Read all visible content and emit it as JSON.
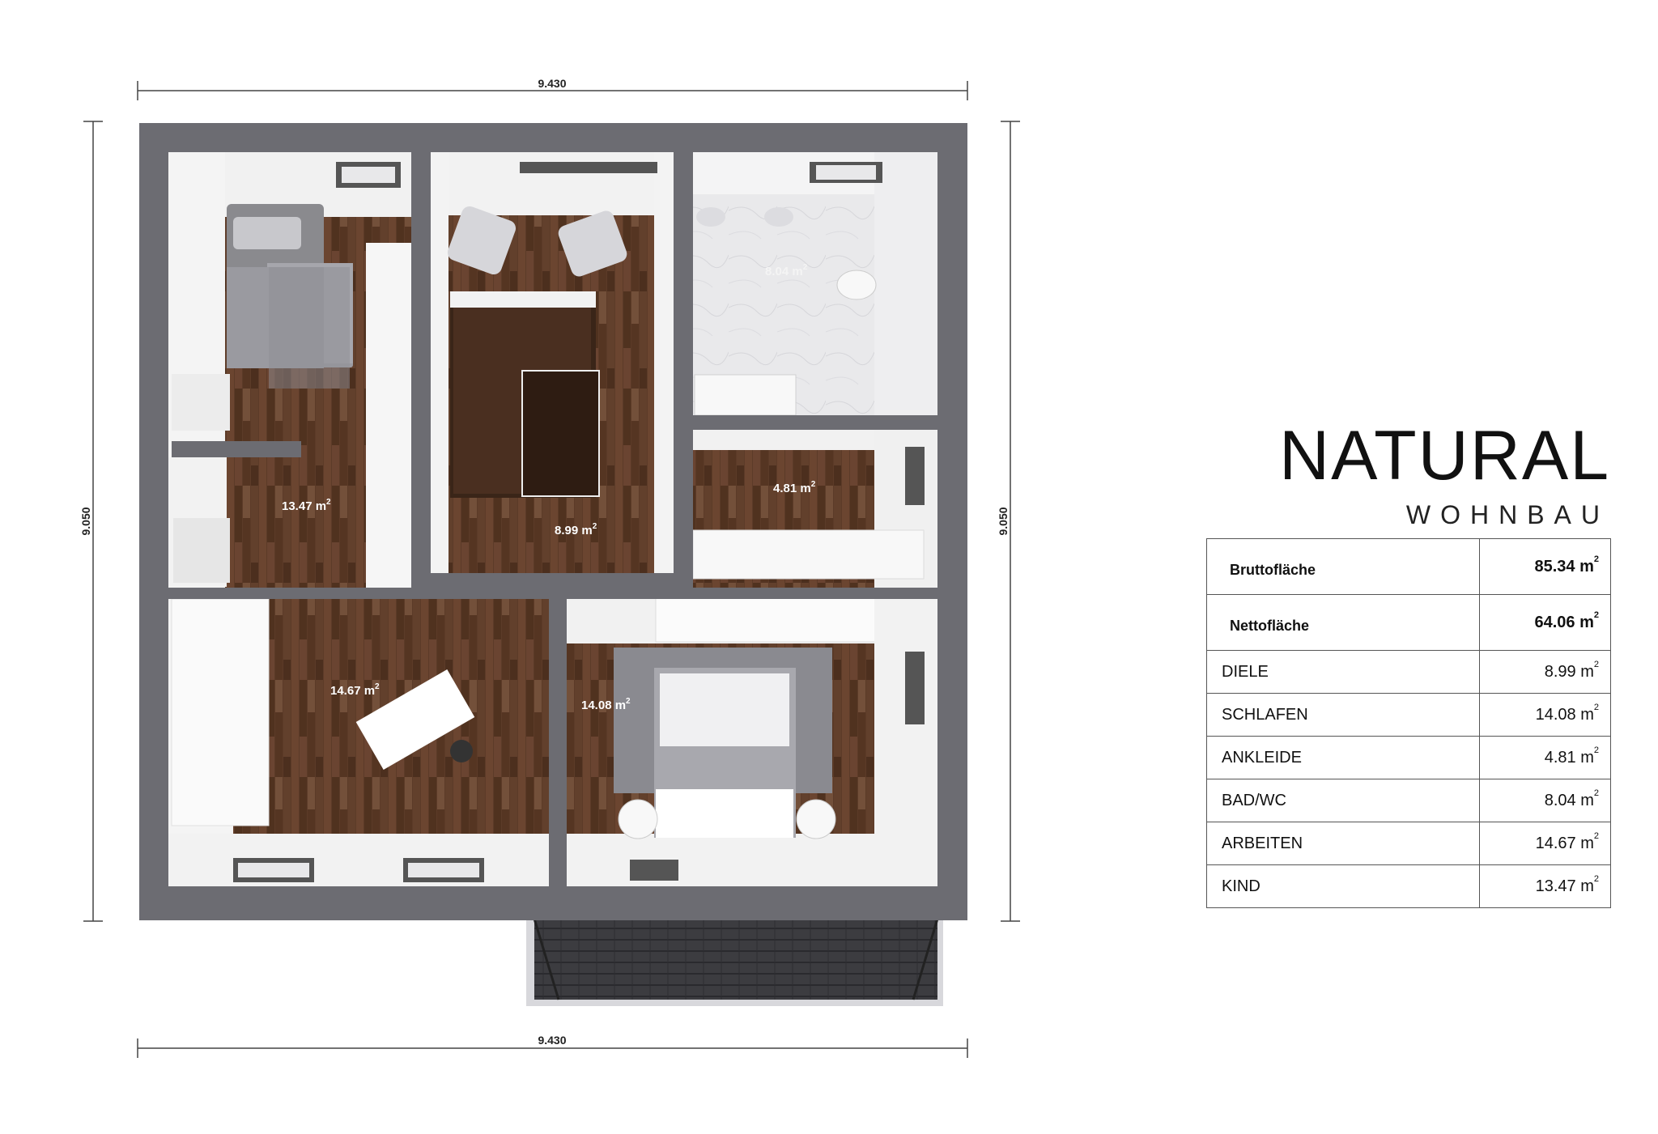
{
  "dimensions": {
    "top_width": "9.430",
    "bottom_width": "9.430",
    "left_height": "9.050",
    "right_height": "9.050"
  },
  "rooms": [
    {
      "id": "kind",
      "area": "13.47 m",
      "unit_sup": "2"
    },
    {
      "id": "diele",
      "area": "8.99 m",
      "unit_sup": "2"
    },
    {
      "id": "bad",
      "area": "8.04 m",
      "unit_sup": "2"
    },
    {
      "id": "ankleide",
      "area": "4.81 m",
      "unit_sup": "2"
    },
    {
      "id": "arbeiten",
      "area": "14.67 m",
      "unit_sup": "2"
    },
    {
      "id": "schlafen",
      "area": "14.08 m",
      "unit_sup": "2"
    }
  ],
  "brand": {
    "title": "NATURAL",
    "subtitle": "WOHNBAU"
  },
  "area_table": {
    "unit_sup": "2",
    "totals": [
      {
        "label": "Bruttofläche",
        "value": "85.34 m"
      },
      {
        "label": "Nettofläche",
        "value": "64.06 m"
      }
    ],
    "rows": [
      {
        "label": "DIELE",
        "value": "8.99 m"
      },
      {
        "label": "SCHLAFEN",
        "value": "14.08 m"
      },
      {
        "label": "ANKLEIDE",
        "value": "4.81 m"
      },
      {
        "label": "BAD/WC",
        "value": "8.04 m"
      },
      {
        "label": "ARBEITEN",
        "value": "14.67 m"
      },
      {
        "label": "KIND",
        "value": "13.47 m"
      }
    ]
  },
  "colors": {
    "wall": "#6b6b70",
    "wood": "#5a3a28",
    "tile": "#e8e8ea",
    "roof": "#3e3e42"
  }
}
